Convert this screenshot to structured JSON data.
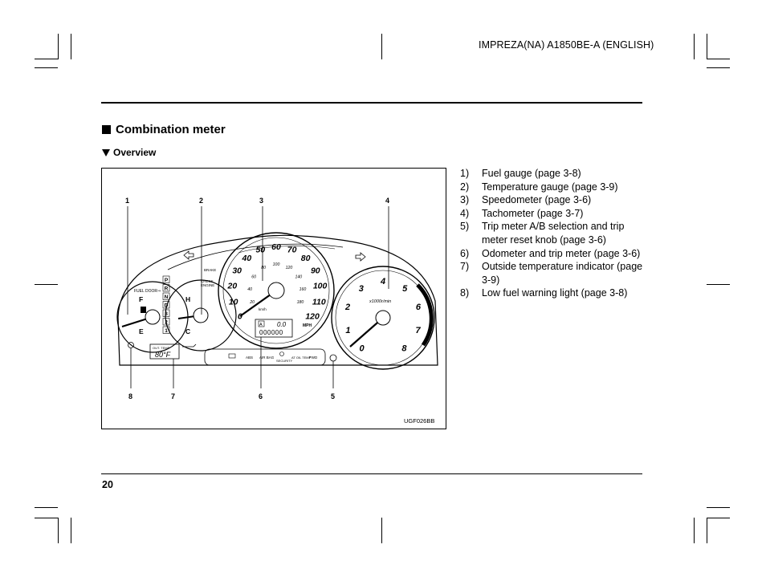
{
  "header": {
    "doc_code": "IMPREZA(NA) A1850BE-A (ENGLISH)"
  },
  "section": {
    "title": "Combination meter",
    "subtitle": "Overview"
  },
  "figure": {
    "id": "UGF026BB",
    "callouts": [
      "1",
      "2",
      "3",
      "4",
      "5",
      "6",
      "7",
      "8"
    ],
    "speedo_mph": [
      "0",
      "10",
      "20",
      "30",
      "40",
      "50",
      "60",
      "70",
      "80",
      "90",
      "100",
      "110",
      "120"
    ],
    "speedo_kmh": [
      "20",
      "40",
      "60",
      "80",
      "100",
      "120",
      "140",
      "160",
      "180"
    ],
    "speedo_kmh_unit": "km/h",
    "speedo_unit": "MPH",
    "tacho_numbers": [
      "0",
      "1",
      "2",
      "3",
      "4",
      "5",
      "6",
      "7",
      "8"
    ],
    "tacho_unit": "x1000r/min",
    "fuel": {
      "full": "F",
      "empty": "E",
      "door_label": "FUEL DOOR⇒"
    },
    "temp": {
      "hot": "H",
      "cold": "C"
    },
    "gears": [
      "P",
      "R",
      "N",
      "D",
      "3",
      "2",
      "1"
    ],
    "check_engine": [
      "CHECK",
      "ENGINE"
    ],
    "brake_label": "BRAKE",
    "outside_temp": {
      "label": "OUT. TEMP",
      "value": "80°F"
    },
    "odometer": {
      "mode": "A",
      "trip": "0.0",
      "total": "000000"
    },
    "warning_labels": [
      "ABS",
      "AIR BAG",
      "SECURITY",
      "AT OIL TEMP",
      "FWD"
    ]
  },
  "legend": [
    {
      "num": "1)",
      "text": "Fuel gauge (page 3-8)"
    },
    {
      "num": "2)",
      "text": "Temperature gauge (page 3-9)"
    },
    {
      "num": "3)",
      "text": "Speedometer (page 3-6)"
    },
    {
      "num": "4)",
      "text": "Tachometer (page 3-7)"
    },
    {
      "num": "5)",
      "text": "Trip meter A/B selection and trip meter reset knob (page 3-6)"
    },
    {
      "num": "6)",
      "text": "Odometer and trip meter (page 3-6)"
    },
    {
      "num": "7)",
      "text": "Outside temperature indicator (page 3-9)"
    },
    {
      "num": "8)",
      "text": "Low fuel warning light (page 3-8)"
    }
  ],
  "footer": {
    "page_number": "20"
  }
}
